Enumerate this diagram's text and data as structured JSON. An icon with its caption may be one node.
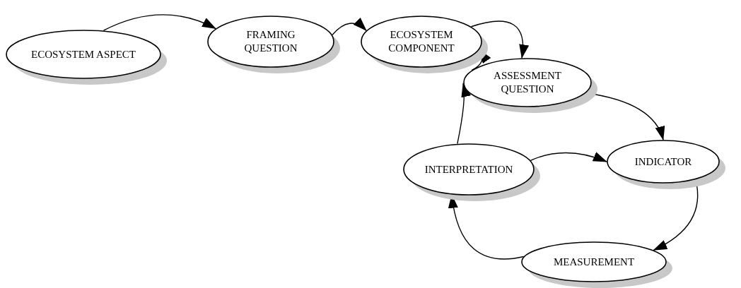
{
  "diagram": {
    "nodes": [
      {
        "text": [
          "ECOSYSTEM ASPECT"
        ]
      },
      {
        "text": [
          "FRAMING QUESTION"
        ]
      },
      {
        "text": [
          "ECOSYSTEM COMPONENT"
        ]
      },
      {
        "text": [
          "ASSESSMENT QUESTION"
        ]
      },
      {
        "text": [
          "INTERPRETATION"
        ]
      },
      {
        "text": [
          "INDICATOR"
        ]
      },
      {
        "text": [
          "MEASUREMENT"
        ]
      }
    ],
    "edges": [
      {
        "from": 0,
        "to": 1,
        "arrow": "to"
      },
      {
        "from": 1,
        "to": 2,
        "arrow": "to"
      },
      {
        "from": 2,
        "to": 3,
        "arrow": "to"
      },
      {
        "from": 3,
        "to": 2,
        "arrow": "to"
      },
      {
        "from": 3,
        "to": 5,
        "arrow": "to"
      },
      {
        "from": 5,
        "to": 6,
        "arrow": "to"
      },
      {
        "from": 6,
        "to": 4,
        "arrow": "to"
      },
      {
        "from": 4,
        "to": 3,
        "arrow": "to"
      },
      {
        "from": 4,
        "to": 5,
        "arrow": "to"
      }
    ]
  }
}
